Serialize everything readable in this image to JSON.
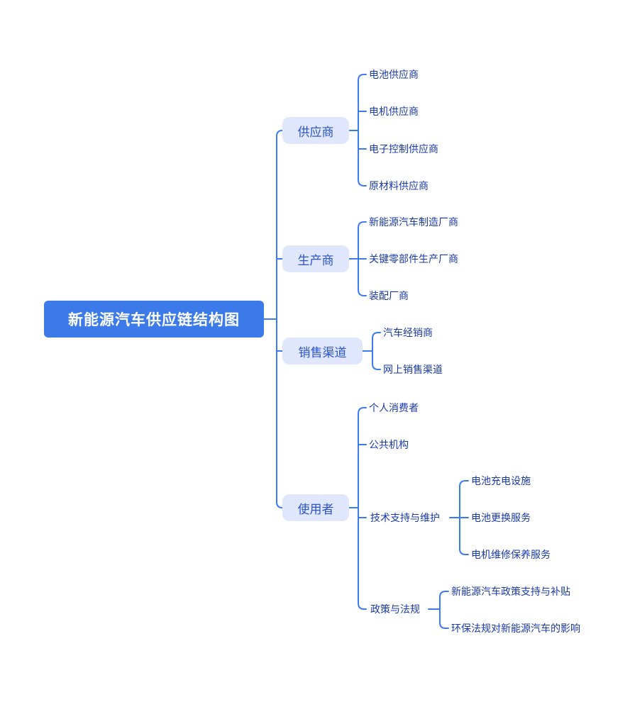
{
  "title": "新能源汽车供应链结构图",
  "colors": {
    "root-bg": "#3b7ae8",
    "root-text": "#ffffff",
    "branch-bg": "#e0e6fc",
    "branch-text": "#2b55c9",
    "leaf-text": "#1a39a9",
    "connector": "#3a7bef"
  },
  "mindmap": {
    "root": {
      "label": "新能源汽车供应链结构图",
      "children": [
        {
          "label": "供应商",
          "children": [
            {
              "label": "电池供应商"
            },
            {
              "label": "电机供应商"
            },
            {
              "label": "电子控制供应商"
            },
            {
              "label": "原材料供应商"
            }
          ]
        },
        {
          "label": "生产商",
          "children": [
            {
              "label": "新能源汽车制造厂商"
            },
            {
              "label": "关键零部件生产厂商"
            },
            {
              "label": "装配厂商"
            }
          ]
        },
        {
          "label": "销售渠道",
          "children": [
            {
              "label": "汽车经销商"
            },
            {
              "label": "网上销售渠道"
            }
          ]
        },
        {
          "label": "使用者",
          "children": [
            {
              "label": "个人消费者"
            },
            {
              "label": "公共机构"
            },
            {
              "label": "技术支持与维护",
              "children": [
                {
                  "label": "电池充电设施"
                },
                {
                  "label": "电池更换服务"
                },
                {
                  "label": "电机维修保养服务"
                }
              ]
            },
            {
              "label": "政策与法规",
              "children": [
                {
                  "label": "新能源汽车政策支持与补贴"
                },
                {
                  "label": "环保法规对新能源汽车的影响"
                }
              ]
            }
          ]
        }
      ]
    }
  }
}
